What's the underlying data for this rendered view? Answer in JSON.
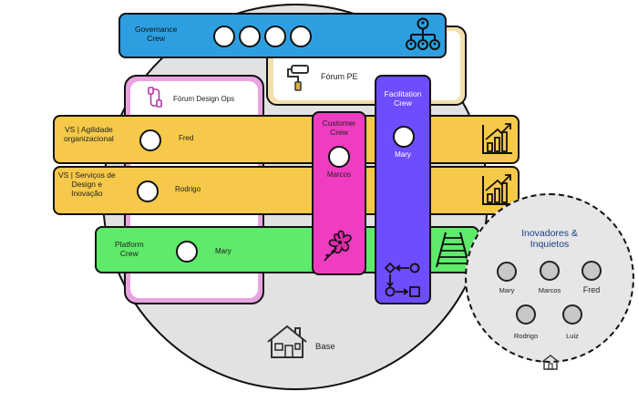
{
  "colors": {
    "governance": "#2d9fe0",
    "vs": "#f6c94a",
    "platform": "#5eea6a",
    "customer": "#f03cc0",
    "facilitation": "#6e4dff",
    "forum_pe": "#f3e0ad",
    "design_ops": "#e9a3e0",
    "base": "#e2e2e2",
    "inovadores": "#e6e6e6"
  },
  "governance": {
    "label": "Governance\nCrew"
  },
  "forum_pe": {
    "label": "Fórum PE"
  },
  "design_ops": {
    "label": "Fórum Design Ops"
  },
  "vs_agilidade": {
    "label": "VS | Agilidade\norganizacional",
    "member": "Fred"
  },
  "vs_servicos": {
    "label": "VS | Serviços de\nDesign e\nInovação",
    "member": "Rodrigo"
  },
  "platform": {
    "label": "Platform\nCrew",
    "member": "Mary"
  },
  "customer": {
    "label": "Customer\nCrew",
    "member": "Marcos"
  },
  "facilitation": {
    "label": "Facilitation\nCrew",
    "member": "Mary"
  },
  "base": {
    "label": "Base"
  },
  "inovadores": {
    "title": "Inovadores &\nInquietos",
    "members": [
      "Mary",
      "Marcos",
      "Fred",
      "Rodrigo",
      "Luiz"
    ]
  },
  "icons": {
    "governance": "org-chart-icon",
    "forum_pe": "paint-roller-icon",
    "design_ops": "cable-plug-icon",
    "vs": "growth-chart-icon",
    "customer": "hibiscus-flower-icon",
    "facilitation": "flow-diagram-icon",
    "platform": "railway-track-icon",
    "base": "house-icon"
  }
}
